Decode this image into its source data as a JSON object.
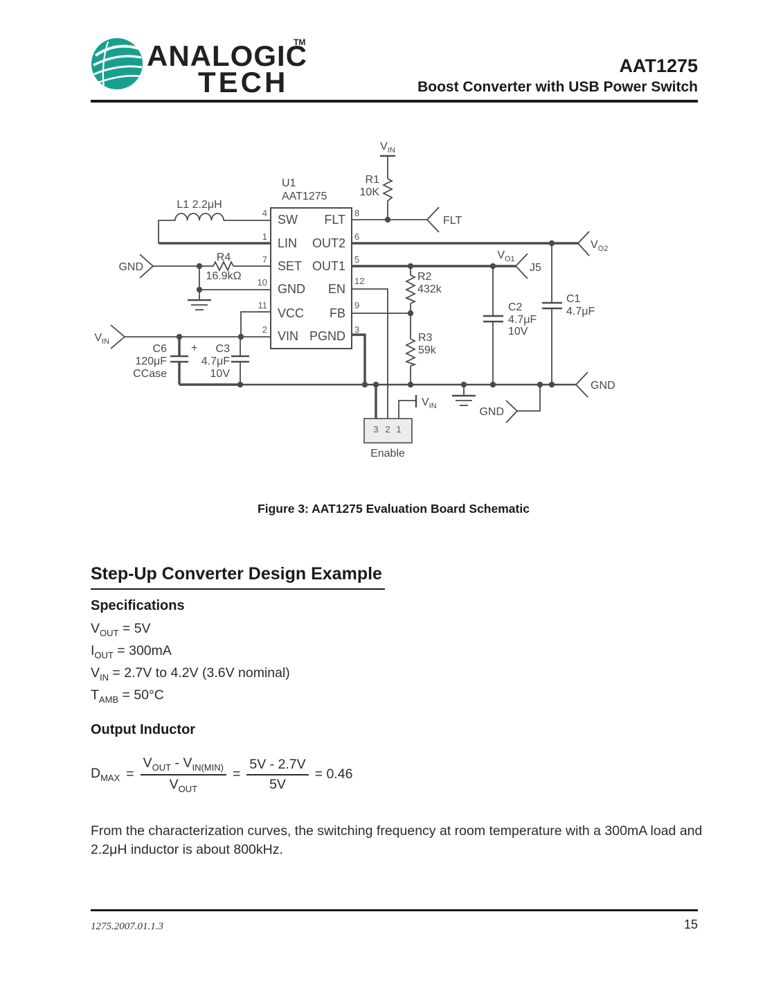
{
  "header": {
    "logo": {
      "line1": "ANALOGIC",
      "tm": "TM",
      "line2": "TECH"
    },
    "part_number": "AAT1275",
    "subtitle": "Boost Converter with USB Power Switch"
  },
  "schematic": {
    "ic": {
      "ref": "U1",
      "part": "AAT1275",
      "left_pins": [
        {
          "num": "4",
          "name": "SW"
        },
        {
          "num": "1",
          "name": "LIN"
        },
        {
          "num": "7",
          "name": "SET"
        },
        {
          "num": "10",
          "name": "GND"
        },
        {
          "num": "11",
          "name": "VCC"
        },
        {
          "num": "2",
          "name": "VIN"
        }
      ],
      "right_pins": [
        {
          "num": "8",
          "name": "FLT"
        },
        {
          "num": "6",
          "name": "OUT2"
        },
        {
          "num": "5",
          "name": "OUT1"
        },
        {
          "num": "12",
          "name": "EN"
        },
        {
          "num": "9",
          "name": "FB"
        },
        {
          "num": "3",
          "name": "PGND"
        }
      ]
    },
    "components": {
      "l1": {
        "label": "L1  2.2μH"
      },
      "r1": {
        "ref": "R1",
        "value": "10K"
      },
      "r4": {
        "ref": "R4",
        "value": "16.9kΩ"
      },
      "r2": {
        "ref": "R2",
        "value": "432k"
      },
      "r3": {
        "ref": "R3",
        "value": "59k"
      },
      "c6": {
        "ref": "C6",
        "value": "120μF",
        "note": "CCase",
        "plus": "+"
      },
      "c3": {
        "ref": "C3",
        "value": "4.7μF",
        "note": "10V"
      },
      "c2": {
        "ref": "C2",
        "value": "4.7μF",
        "note": "10V"
      },
      "c1": {
        "ref": "C1",
        "value": "4.7μF"
      }
    },
    "connectors": {
      "gnd_left": "GND",
      "vin_left": {
        "main": "V",
        "sub": "IN"
      },
      "vin_top": {
        "main": "V",
        "sub": "IN"
      },
      "flt": "FLT",
      "vo2": {
        "main": "V",
        "sub": "O2"
      },
      "vo1": {
        "main": "V",
        "sub": "O1"
      },
      "j5": "J5",
      "gnd_bottom": "GND",
      "gnd_right": "GND",
      "vin_enable": {
        "main": "V",
        "sub": "IN"
      }
    },
    "enable": {
      "pins": [
        "3",
        "2",
        "1"
      ],
      "label": "Enable"
    }
  },
  "figure_caption": "Figure 3: AAT1275 Evaluation Board Schematic",
  "section": {
    "title": "Step-Up Converter Design Example",
    "specifications": {
      "heading": "Specifications",
      "items": [
        {
          "base": "V",
          "sub": "OUT",
          "rest": " = 5V"
        },
        {
          "base": "I",
          "sub": "OUT",
          "rest": " = 300mA"
        },
        {
          "base": "V",
          "sub": "IN",
          "rest": " = 2.7V to 4.2V (3.6V nominal)"
        },
        {
          "base": "T",
          "sub": "AMB",
          "rest": " = 50°C"
        }
      ]
    },
    "output_inductor": {
      "heading": "Output Inductor",
      "formula": {
        "lhs_base": "D",
        "lhs_sub": "MAX",
        "eq1": "=",
        "num1_a": "V",
        "num1_a_sub": "OUT",
        "num1_b": " - V",
        "num1_b_sub": "IN(MIN)",
        "den1": "V",
        "den1_sub": "OUT",
        "eq2": "=",
        "num2": "5V - 2.7V",
        "den2": "5V",
        "result": "= 0.46"
      }
    },
    "paragraph": "From the characterization curves, the switching frequency at room temperature with a 300mA load and 2.2μH inductor is about 800kHz."
  },
  "footer": {
    "doc_id": "1275.2007.01.1.3",
    "page": "15"
  },
  "colors": {
    "accent_teal": "#18A08F",
    "ink": "#231f20",
    "schematic_gray": "#4a4a4a"
  }
}
